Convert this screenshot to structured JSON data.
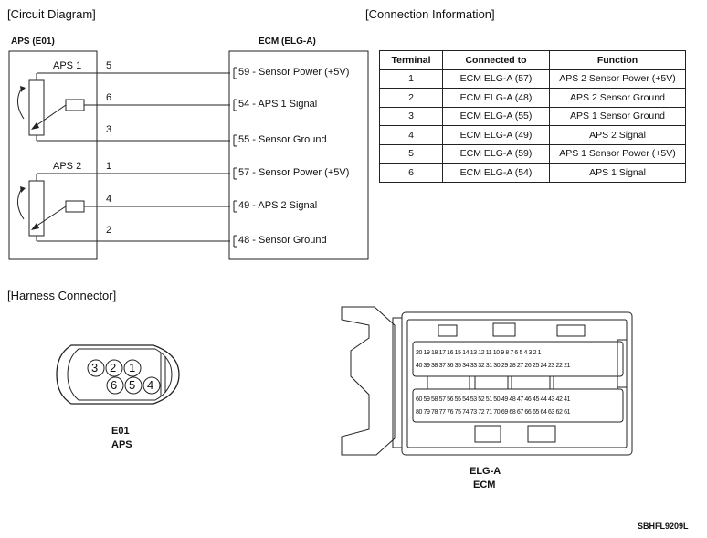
{
  "sections": {
    "circuit": "[Circuit Diagram]",
    "connection": "[Connection Information]",
    "harness": "[Harness Connector]"
  },
  "circuit": {
    "aps_title": "APS (E01)",
    "ecm_title": "ECM (ELG-A)",
    "aps1_label": "APS 1",
    "aps2_label": "APS 2",
    "aps_pins": [
      "5",
      "6",
      "3",
      "1",
      "4",
      "2"
    ],
    "ecm_pins": [
      "59 - Sensor Power (+5V)",
      "54 - APS 1 Signal",
      "55 - Sensor Ground",
      "57 - Sensor Power (+5V)",
      "49 - APS 2 Signal",
      "48 - Sensor Ground"
    ]
  },
  "connection_table": {
    "headers": [
      "Terminal",
      "Connected to",
      "Function"
    ],
    "rows": [
      [
        "1",
        "ECM ELG-A (57)",
        "APS 2 Sensor Power (+5V)"
      ],
      [
        "2",
        "ECM ELG-A (48)",
        "APS 2 Sensor Ground"
      ],
      [
        "3",
        "ECM ELG-A (55)",
        "APS 1 Sensor Ground"
      ],
      [
        "4",
        "ECM ELG-A (49)",
        "APS 2 Signal"
      ],
      [
        "5",
        "ECM ELG-A (59)",
        "APS 1 Sensor Power (+5V)"
      ],
      [
        "6",
        "ECM ELG-A (54)",
        "APS 1 Signal"
      ]
    ]
  },
  "harness": {
    "e01_pins_top": [
      "3",
      "2",
      "1"
    ],
    "e01_pins_bottom": [
      "6",
      "5",
      "4"
    ],
    "e01_label1": "E01",
    "e01_label2": "APS",
    "ecm_label1": "ELG-A",
    "ecm_label2": "ECM",
    "ecm_row1": "20 19 18 17 16 15 14 13 12 11 10 9 8 7 6 5 4 3 2 1",
    "ecm_row2": "40 39 38 37 36 35 34 33 32 31 30 29 28 27 26 25 24 23 22 21",
    "ecm_row3": "60 59 58 57 56 55 54 53 52 51 50 49 48 47 46 45 44 43 42 41",
    "ecm_row4": "80 79 78 77 76 75 74 73 72 71 70 69 68 67 66 65 64 63 62 61"
  },
  "figure_code": "SBHFL9209L"
}
